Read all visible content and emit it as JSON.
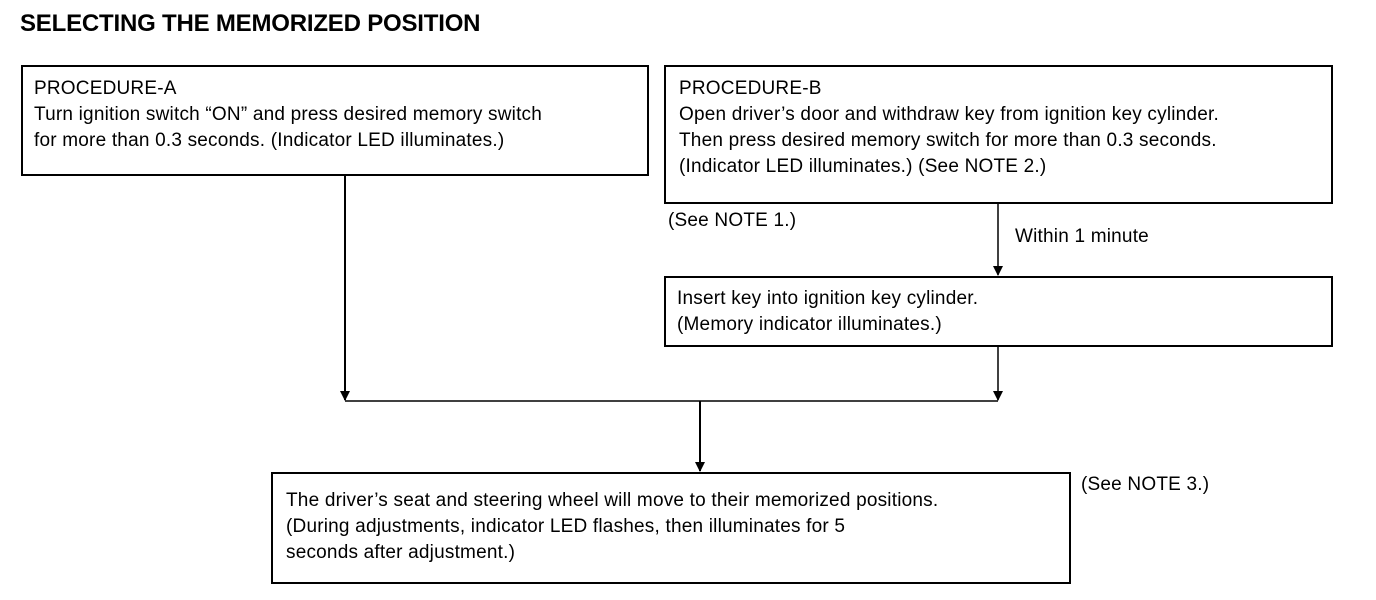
{
  "title": "SELECTING THE MEMORIZED POSITION",
  "procedure_a": {
    "lines": [
      "PROCEDURE-A",
      "Turn ignition switch “ON” and press desired memory switch",
      "for more than 0.3 seconds. (Indicator LED illuminates.)"
    ]
  },
  "procedure_b": {
    "lines": [
      "PROCEDURE-B",
      "Open driver’s door and withdraw key from ignition key cylinder.",
      "Then press desired memory switch for more than 0.3 seconds.",
      "(Indicator LED illuminates.) (See NOTE 2.)"
    ]
  },
  "note_1": "(See NOTE 1.)",
  "within_label": "Within 1 minute",
  "insert_key": {
    "lines": [
      "Insert key into ignition key cylinder.",
      "(Memory indicator illuminates.)"
    ]
  },
  "result": {
    "lines": [
      "The driver’s seat and steering wheel will move to their memorized positions.",
      "(During adjustments, indicator LED flashes, then illuminates for 5",
      "seconds after adjustment.)"
    ]
  },
  "note_3": "(See NOTE 3.)"
}
